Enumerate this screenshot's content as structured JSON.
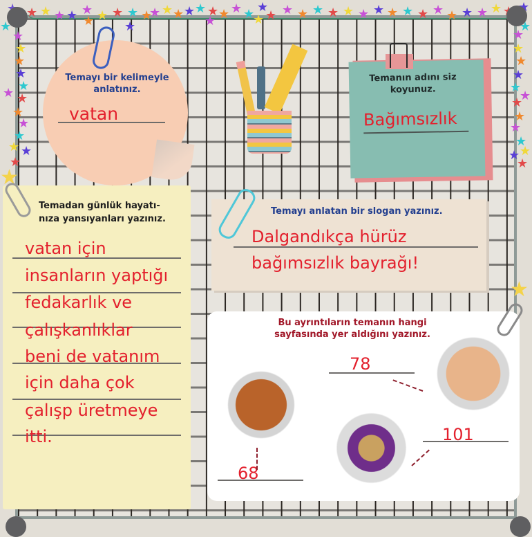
{
  "circle_note": {
    "question": "Temayı bir kelimeyle anlatınız.",
    "answer": "vatan"
  },
  "teal_note": {
    "question": "Temanın adını siz koyunuz.",
    "answer": "Bağımsızlık"
  },
  "yellow_note": {
    "question_line1": "Temadan günlük hayatı-",
    "question_line2": "nıza yansıyanları yazınız.",
    "answer_lines": [
      "vatan için",
      "insanların yaptığı",
      "fedakarlık ve",
      "çalışkanlıklar",
      "beni de vatanım",
      "için daha çok",
      "çalışp üretmeye",
      "itti."
    ]
  },
  "slogan_note": {
    "question": "Temayı anlatan bir slogan yazınız.",
    "answer_line1": "Dalgandıkça hürüz",
    "answer_line2": "bağımsızlık bayrağı!"
  },
  "page_card": {
    "question_line1": "Bu ayrıntıların temanın hangi",
    "question_line2": "sayfasında yer aldığını yazınız.",
    "pages": [
      "78",
      "68",
      "101"
    ]
  },
  "icons": [
    "paperclip-icon",
    "pencil-cup-icon",
    "star-lights-icon",
    "pushpin-icon",
    "torn-paper-icon"
  ],
  "colors": {
    "answer_red": "#e3202d",
    "question_blue": "#233f8f",
    "question_maroon": "#a11728",
    "teal_note": "#87bdb1",
    "peach_note": "#f8cdb3",
    "yellow_note": "#f6efc0"
  }
}
